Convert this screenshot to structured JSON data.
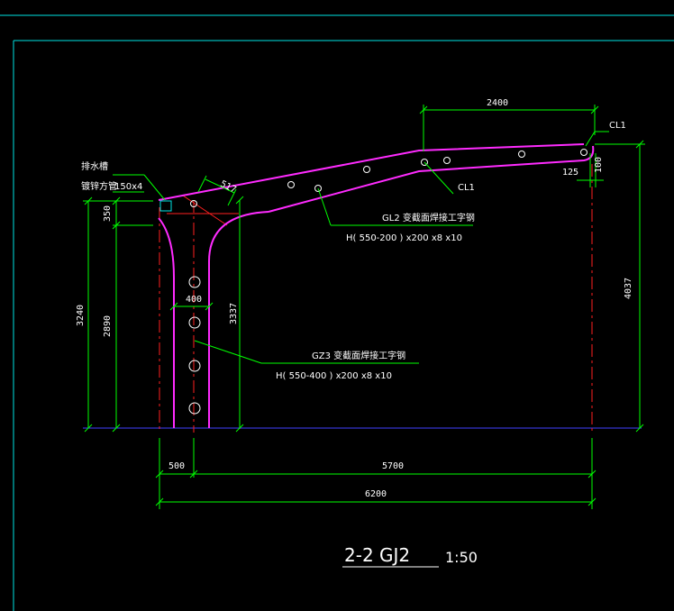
{
  "colors": {
    "background": "#000000",
    "frame": "#00e5e5",
    "member": "#ff2bff",
    "dimension": "#00ff00",
    "centerline": "#ff2020",
    "ground": "#4040ff",
    "hole": "#ffffff",
    "text": "#ffffff"
  },
  "drawing": {
    "title": "2-2   GJ2",
    "scale": "1:50",
    "labels": {
      "gutter_line1": "排水槽",
      "gutter_line2": "镀锌方管",
      "gutter_size": "150x4",
      "gl2_name": "GL2  变截面焊接工字钢",
      "gl2_spec": "H( 550-200    ) x200 x8 x10",
      "gz3_name": "GZ3  变截面焊接工字钢",
      "gz3_spec": "H( 550-400    ) x200 x8 x10",
      "cl1_top": "CL1",
      "cl1_mid": "CL1"
    },
    "dimensions": {
      "top_span": "2400",
      "right_offset": "125",
      "right_drop": "100",
      "right_height": "4037",
      "left_total": "3240",
      "left_lower": "2890",
      "left_upper": "350",
      "column_height": "3337",
      "column_width": "400",
      "haunch": "517",
      "bottom_left": "500",
      "bottom_mid": "5700",
      "bottom_total": "6200"
    }
  }
}
